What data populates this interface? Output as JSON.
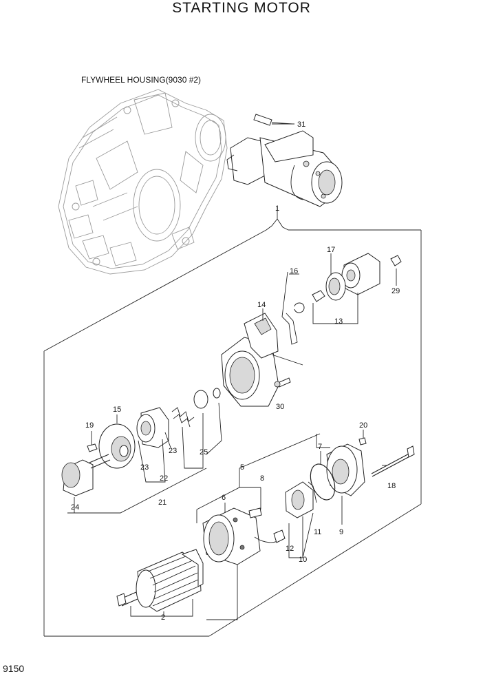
{
  "title": "STARTING MOTOR",
  "housing_label": "FLYWHEEL HOUSING(9030 #2)",
  "page_number": "9150",
  "callouts": [
    "31",
    "1",
    "17",
    "16",
    "14",
    "29",
    "13",
    "30",
    "19",
    "15",
    "25",
    "23",
    "23",
    "22",
    "21",
    "24",
    "20",
    "7",
    "5",
    "8",
    "6",
    "18",
    "9",
    "11",
    "12",
    "10",
    "2"
  ]
}
